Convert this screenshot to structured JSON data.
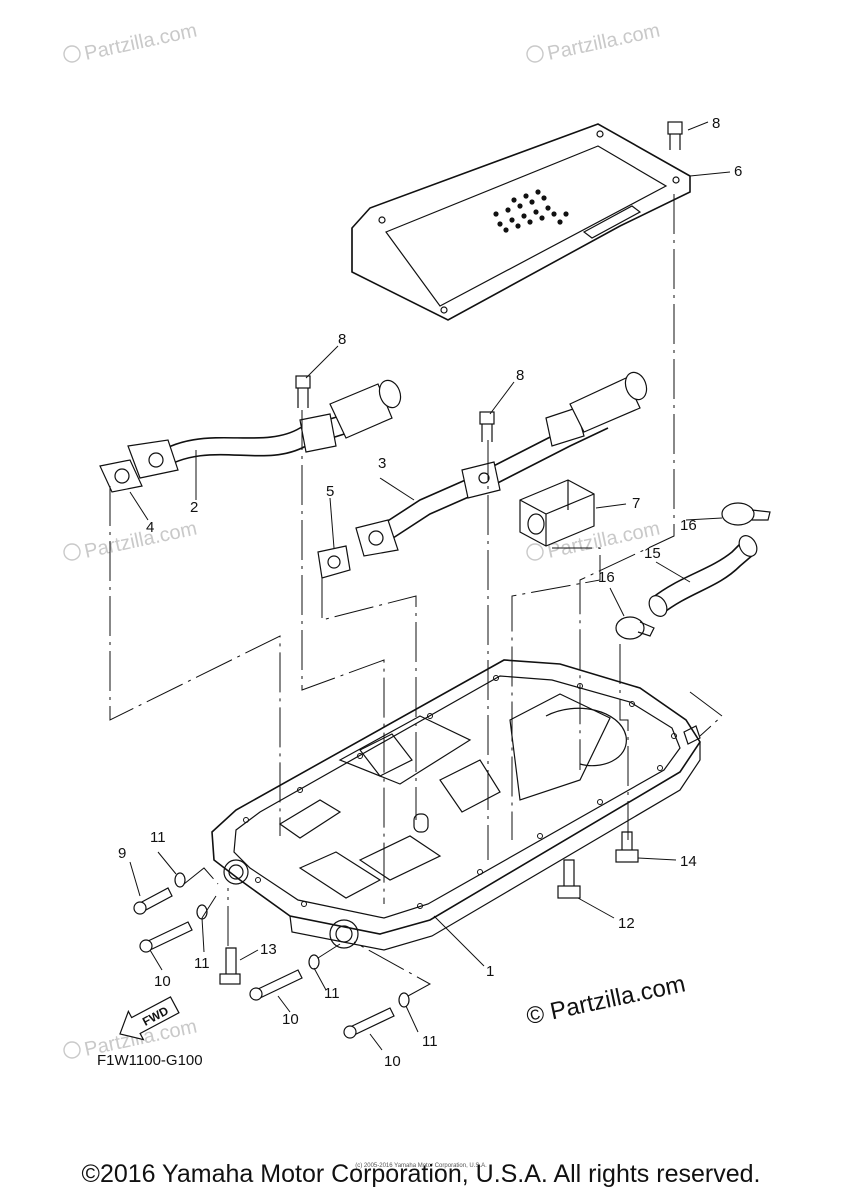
{
  "watermark": {
    "text": "Partzilla.com"
  },
  "callouts": {
    "c1": "1",
    "c2": "2",
    "c3": "3",
    "c4": "4",
    "c5": "5",
    "c6": "6",
    "c7": "7",
    "c8a": "8",
    "c8b": "8",
    "c8c": "8",
    "c9": "9",
    "c10a": "10",
    "c10b": "10",
    "c10c": "10",
    "c11a": "11",
    "c11b": "11",
    "c11c": "11",
    "c11d": "11",
    "c12": "12",
    "c13": "13",
    "c14": "14",
    "c15": "15",
    "c16a": "16",
    "c16b": "16"
  },
  "fwd_label": "FWD",
  "diagram_code": "F1W1100-G100",
  "partzilla_mark": "© Partzilla.com",
  "tiny_notice": "(c) 2005-2016 Yamaha Motor Corporation, U.S.A.",
  "footer_copyright": "©2016 Yamaha Motor Corporation, U.S.A. All rights reserved."
}
